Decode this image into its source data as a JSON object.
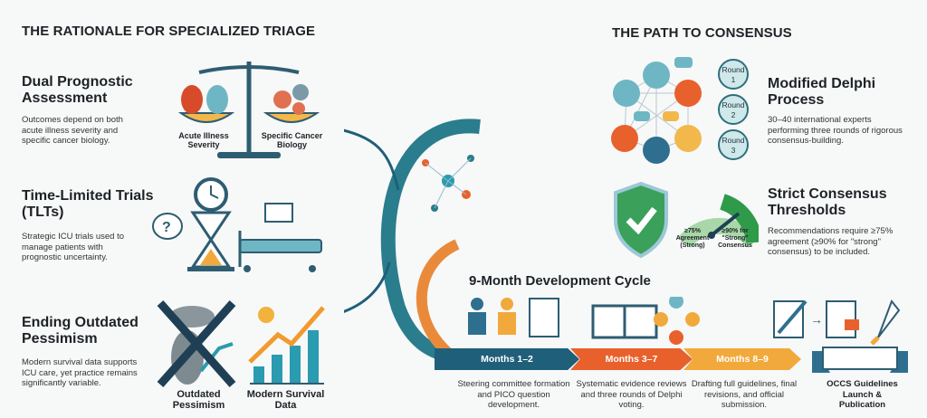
{
  "left": {
    "title": "THE RATIONALE FOR SPECIALIZED TRIAGE",
    "items": [
      {
        "heading": "Dual Prognostic Assessment",
        "body": "Outcomes depend on both acute illness severity and specific cancer biology.",
        "labels": [
          "Acute Illness Severity",
          "Specific Cancer Biology"
        ]
      },
      {
        "heading": "Time-Limited Trials (TLTs)",
        "body": "Strategic ICU trials used to manage patients with prognostic uncertainty."
      },
      {
        "heading": "Ending Outdated Pessimism",
        "body": "Modern survival data supports ICU care, yet practice remains significantly variable.",
        "labels": [
          "Outdated Pessimism",
          "Modern Survival Data"
        ]
      }
    ]
  },
  "right": {
    "title": "THE PATH TO CONSENSUS",
    "delphi": {
      "heading": "Modified Delphi Process",
      "body": "30–40 international experts performing three rounds of rigorous consensus-building.",
      "rounds": [
        "Round 1",
        "Round 2",
        "Round 3"
      ]
    },
    "thresholds": {
      "heading": "Strict Consensus Thresholds",
      "body": "Recommendations require ≥75% agreement (≥90% for \"strong\" consensus) to be included.",
      "gauge_left": "≥75% Agreement (Strong)",
      "gauge_right": "≥90% for \"Strong\" Consensus"
    }
  },
  "timeline": {
    "title": "9-Month Development Cycle",
    "phases": [
      {
        "label": "Months 1–2",
        "desc": "Steering committee formation and PICO question development.",
        "color": "#1f5f7a"
      },
      {
        "label": "Months 3–7",
        "desc": "Systematic evidence reviews and three rounds of Delphi voting.",
        "color": "#e8612c"
      },
      {
        "label": "Months 8–9",
        "desc": "Drafting full guidelines, final revisions, and official submission.",
        "color": "#f2a93b"
      }
    ],
    "final": "OCCS Guidelines Launch & Publication"
  }
}
